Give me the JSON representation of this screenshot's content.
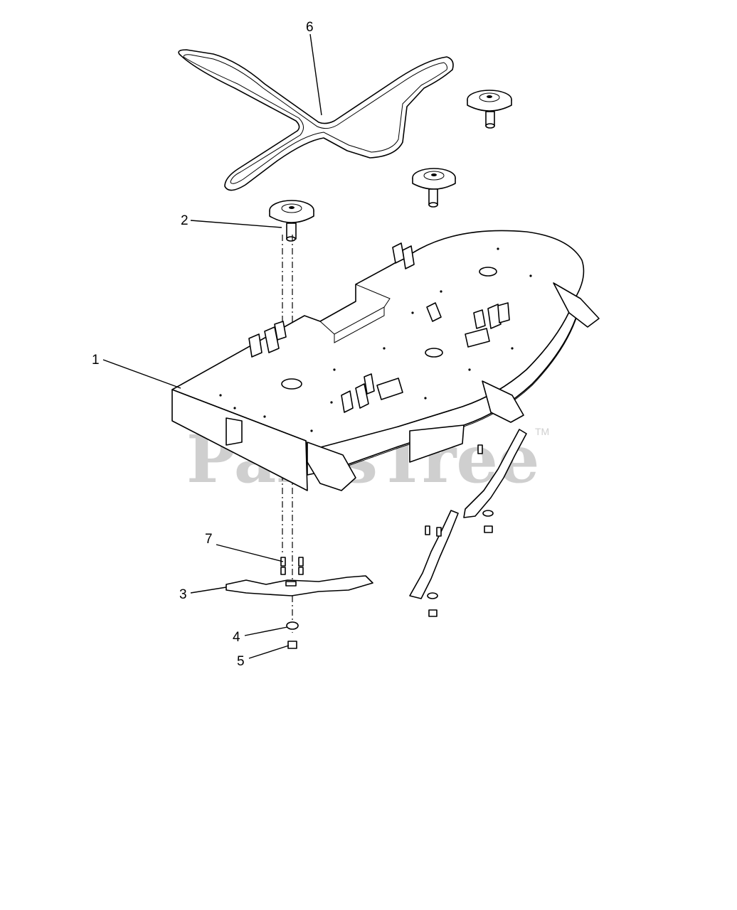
{
  "watermark": {
    "text": "PartsTree",
    "trademark": "TM"
  },
  "callouts": [
    {
      "id": "1",
      "label": "1"
    },
    {
      "id": "2",
      "label": "2"
    },
    {
      "id": "3",
      "label": "3"
    },
    {
      "id": "4",
      "label": "4"
    },
    {
      "id": "5",
      "label": "5"
    },
    {
      "id": "6",
      "label": "6"
    },
    {
      "id": "7",
      "label": "7"
    }
  ]
}
